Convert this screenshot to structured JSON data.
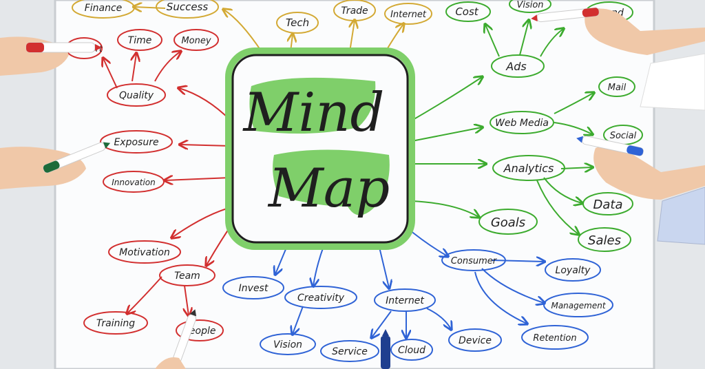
{
  "colors": {
    "red": "#d22f2f",
    "blue": "#2f63d6",
    "green": "#3cab2e",
    "yellow": "#d3a934",
    "center_fill": "#7fcf6a",
    "center_border": "#1f1f1f",
    "board": "#fbfcfd"
  },
  "center": {
    "line1": "Mind",
    "line2": "Map"
  },
  "nodes": {
    "finance": "Finance",
    "success": "Success",
    "tech": "Tech",
    "trade": "Trade",
    "internet_top": "Internet",
    "cost": "Cost",
    "vision_top": "Vision",
    "brand": "Brand",
    "ads": "Ads",
    "mail": "Mail",
    "web_media": "Web Media",
    "social": "Social",
    "analytics": "Analytics",
    "data": "Data",
    "goals": "Goals",
    "sales": "Sales",
    "consumer": "Consumer",
    "loyalty": "Loyalty",
    "management": "Management",
    "retention": "Retention",
    "device": "Device",
    "cloud": "Cloud",
    "internet_bottom": "Internet",
    "service": "Service",
    "creativity": "Creativity",
    "vision_bottom": "Vision",
    "invest": "Invest",
    "team": "Team",
    "people": "People",
    "training": "Training",
    "motivation": "Motivation",
    "innovation": "Innovation",
    "exposure": "Exposure",
    "quality": "Quality",
    "time": "Time",
    "money": "Money",
    "effort": "Effort"
  }
}
